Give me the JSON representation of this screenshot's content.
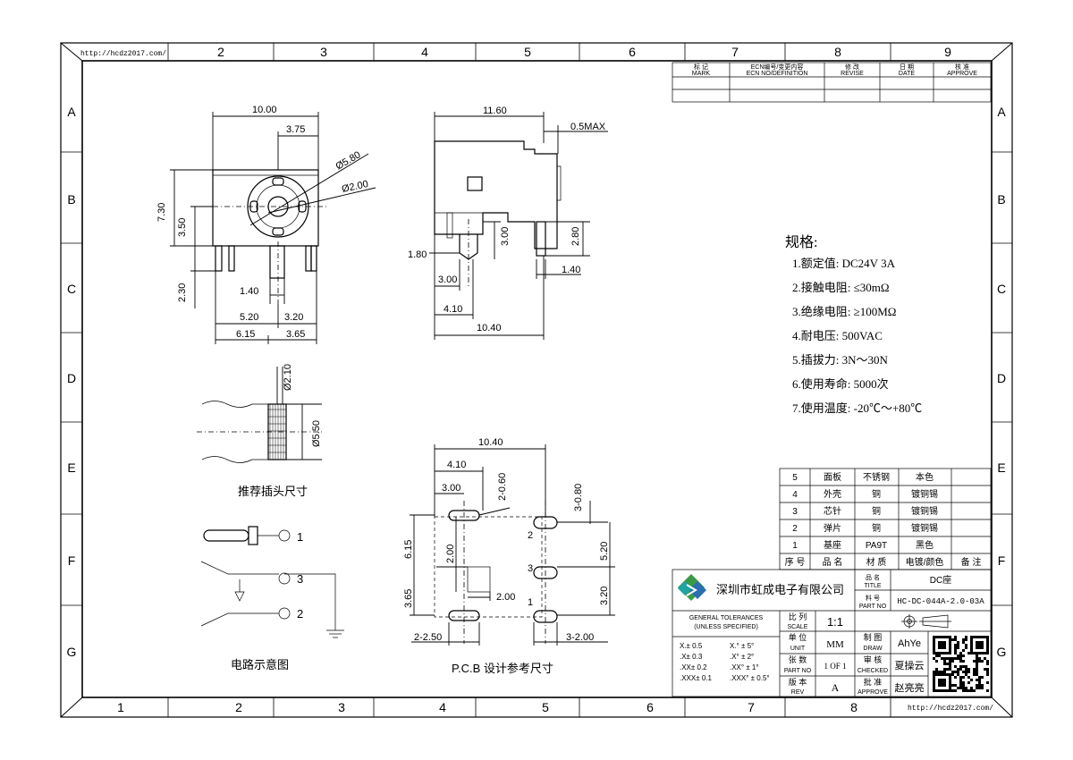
{
  "url_top": "http://hcdz2017.com/",
  "url_bottom": "http://hcdz2017.com/",
  "zones_top": [
    "2",
    "3",
    "4",
    "5",
    "6",
    "7",
    "8",
    "9"
  ],
  "zones_bottom": [
    "1",
    "2",
    "3",
    "4",
    "5",
    "6",
    "7",
    "8"
  ],
  "zones_side": [
    "A",
    "B",
    "C",
    "D",
    "E",
    "F",
    "G"
  ],
  "revision_header": {
    "mark": [
      "标 记",
      "MARK"
    ],
    "ecn": [
      "ECN编号/变更内容",
      "ECN NO/DEFINITION"
    ],
    "revise": [
      "修 改",
      "REVISE"
    ],
    "date": [
      "日 期",
      "DATE"
    ],
    "approve": [
      "核 准",
      "APPROVE"
    ]
  },
  "dims_front": {
    "w_total": "10.00",
    "w_right": "3.75",
    "dia_outer": "Ø5.80",
    "dia_inner": "Ø2.00",
    "h_total": "7.30",
    "h_center": "3.50",
    "pin_len": "2.30",
    "pin_gap": "1.40",
    "w_a": "5.20",
    "w_b": "3.20",
    "w_c": "6.15",
    "w_d": "3.65"
  },
  "dims_side": {
    "len": "11.60",
    "max": "0.5MAX",
    "d1": "1.80",
    "d2": "3.00",
    "d3": "3.00",
    "d4": "2.80",
    "d5": "1.40",
    "d6": "4.10",
    "d7": "10.40"
  },
  "dims_plug": {
    "d_inner": "Ø2.10",
    "d_outer": "Ø5.50"
  },
  "plug_caption": "推荐插头尺寸",
  "circuit_caption": "电路示意图",
  "circuit_pins": [
    "1",
    "3",
    "2"
  ],
  "dims_pcb": {
    "w": "10.40",
    "a": "4.10",
    "b": "2-0.60",
    "c": "3.00",
    "d": "3-0.80",
    "e": "6.15",
    "f": "2.00",
    "g": "5.20",
    "h": "2.00",
    "i": "3.65",
    "j": "3.20",
    "k": "2-2.50",
    "l": "3-2.00",
    "p2": "2",
    "p3": "3",
    "p1": "1"
  },
  "pcb_caption": "P.C.B  设计参考尺寸",
  "spec_title": "规格:",
  "specs": [
    "1.额定值: DC24V  3A",
    "2.接触电阻: ≤30mΩ",
    "3.绝缘电阻: ≥100MΩ",
    "4.耐电压: 500VAC",
    "5.插拔力: 3N～30N",
    "6.使用寿命: 5000次",
    "7.使用温度: -20℃～+80℃"
  ],
  "bom": [
    [
      "5",
      "面板",
      "不锈钢",
      "本色",
      ""
    ],
    [
      "4",
      "外壳",
      "铜",
      "镀铜锡",
      ""
    ],
    [
      "3",
      "芯针",
      "铜",
      "镀铜锡",
      ""
    ],
    [
      "2",
      "弹片",
      "铜",
      "镀铜锡",
      ""
    ],
    [
      "1",
      "基座",
      "PA9T",
      "黑色",
      ""
    ]
  ],
  "bom_header": [
    "序 号",
    "品 名",
    "材 质",
    "电镀/颜色",
    "备 注"
  ],
  "title_block": {
    "company": "深圳市虹成电子有限公司",
    "title_cn": "品 名",
    "title_en": "TITLE",
    "title": "DC座",
    "part_cn": "料 号",
    "part_en": "PART NO",
    "part_no": "HC-DC-044A-2.0-03A",
    "tol_title": "GENERAL TOLERANCES",
    "tol_sub": "(UNLESS SPECIFIED)",
    "tol_left": [
      "X.± 0.5",
      ".X± 0.3",
      ".XX± 0.2",
      ".XXX± 0.1"
    ],
    "tol_right": [
      "X.° ± 5°",
      ".X° ± 2°",
      ".XX° ± 1°",
      ".XXX° ± 0.5°"
    ],
    "scale_cn": "比 列",
    "scale_en": "SCALE",
    "scale": "1:1",
    "unit_cn": "单 位",
    "unit_en": "UNIT",
    "unit": "MM",
    "sheet_cn": "张 数",
    "sheet_en": "PART NO",
    "sheet": "1 OF 1",
    "rev_cn": "版 本",
    "rev_en": "REV",
    "rev": "A",
    "draw_cn": "制 图",
    "draw_en": "DRAW",
    "draw": "AhYe",
    "check_cn": "审 核",
    "check_en": "CHECKED",
    "check": "夏操云",
    "approve_cn": "批 准",
    "approve_en": "APPROVE",
    "approve": "赵亮亮"
  },
  "colors": {
    "logo_green": "#3a9a4a",
    "logo_blue": "#2a6fb0",
    "logo_teal": "#1fa3a3"
  }
}
